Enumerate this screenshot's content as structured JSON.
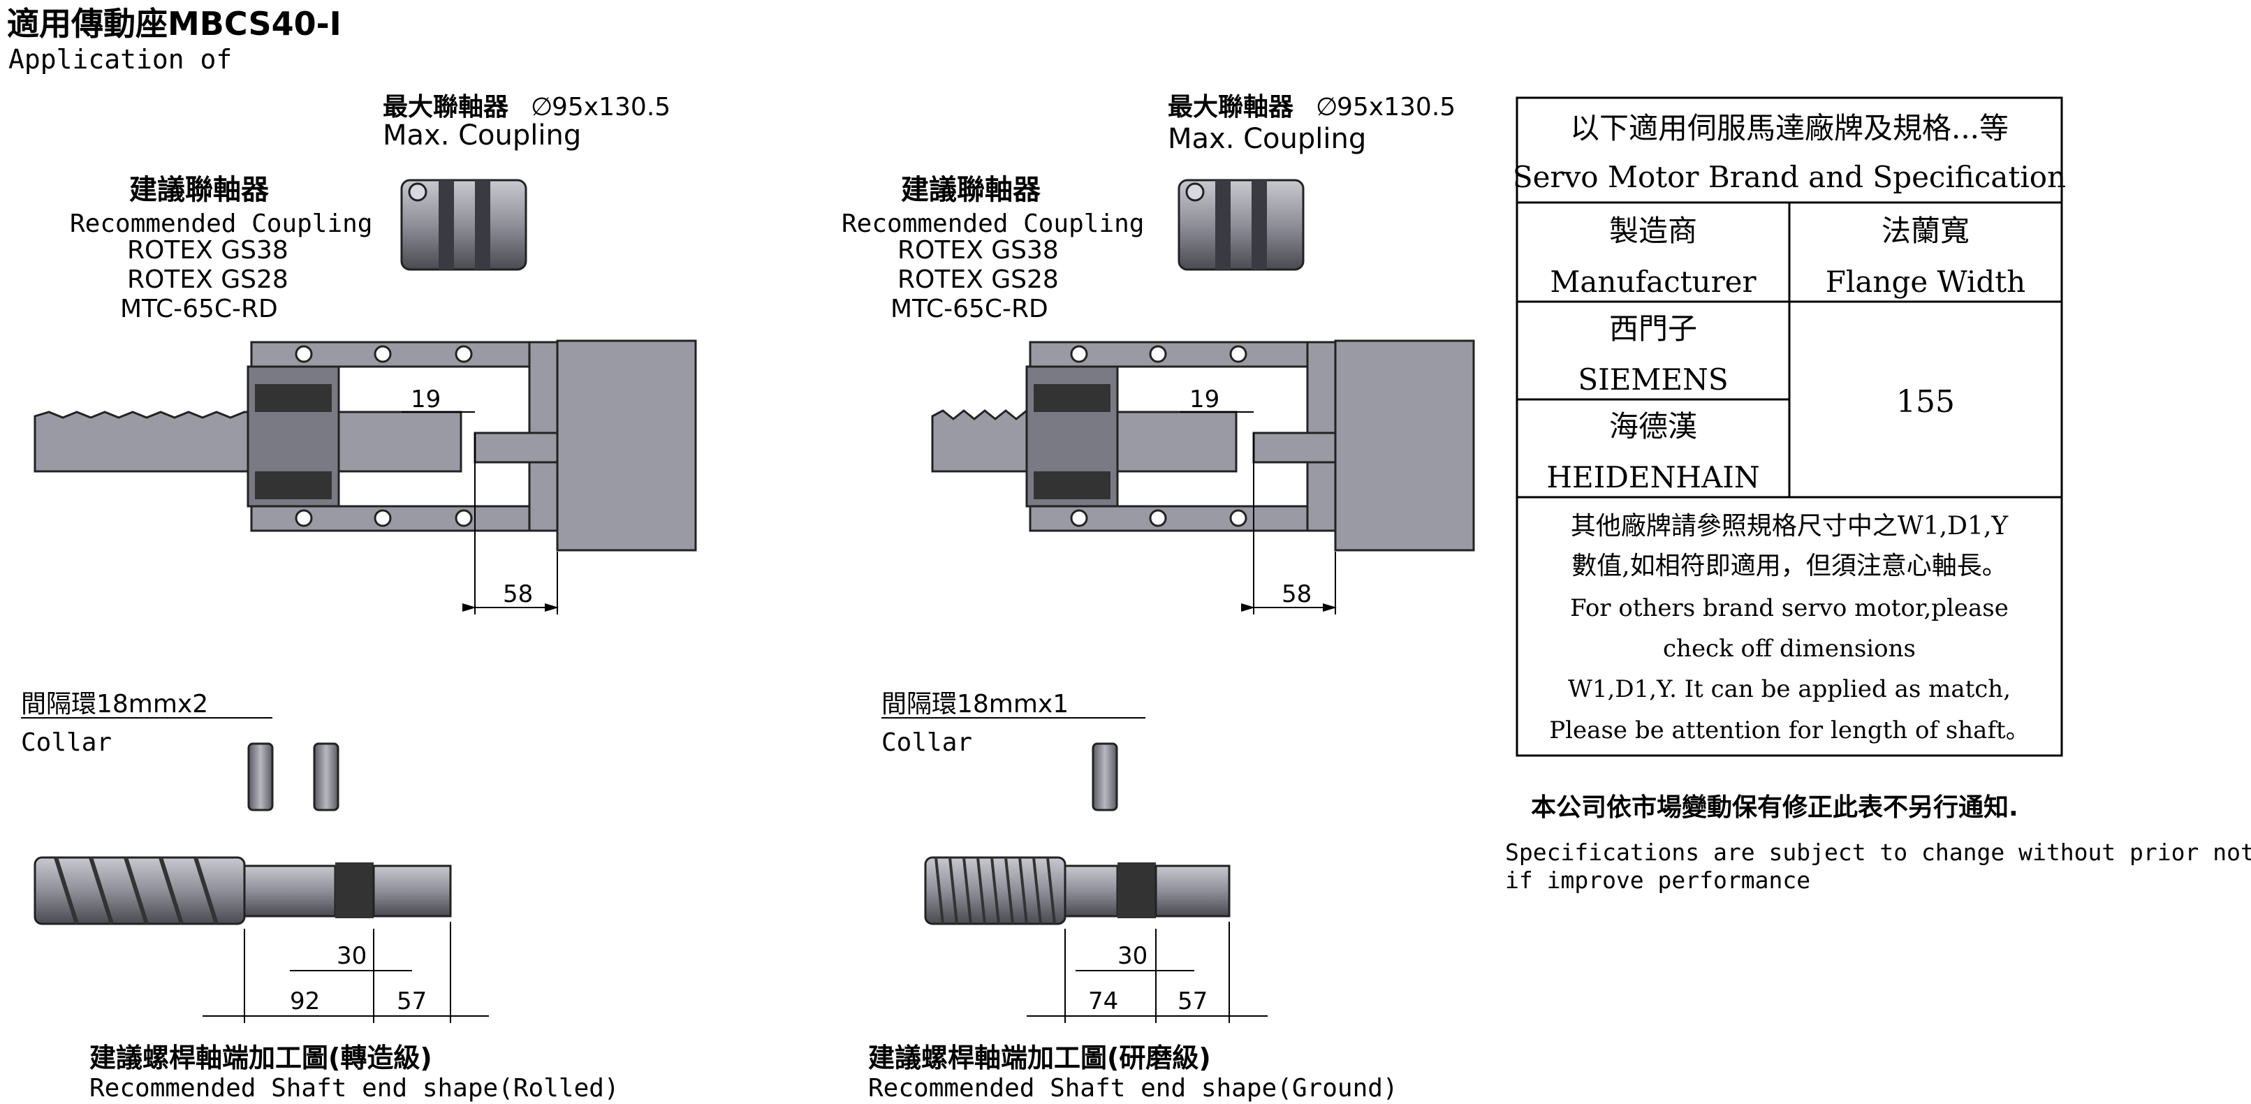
{
  "header": {
    "title": "適用傳動座MBCS40-I",
    "subtitle": "Application of"
  },
  "left_assembly": {
    "max_coupling_zh": "最大聯軸器",
    "max_coupling_size": "95x130.5",
    "max_coupling_en": "Max. Coupling",
    "rec_coupling_zh": "建議聯軸器",
    "rec_coupling_en": "Recommended Coupling",
    "rec_models": [
      "ROTEX GS38",
      "ROTEX GS28",
      "MTC-65C-RD"
    ],
    "dim_gap": "19",
    "dim_length": "58",
    "collar_zh": "間隔環18mmx2",
    "collar_en": "Collar",
    "shaft_dim_a": "30",
    "shaft_dim_b": "92",
    "shaft_dim_c": "57",
    "shaft_caption_zh": "建議螺桿軸端加工圖(轉造級)",
    "shaft_caption_en": "Recommended Shaft end shape(Rolled)"
  },
  "right_assembly": {
    "max_coupling_zh": "最大聯軸器",
    "max_coupling_size": "95x130.5",
    "max_coupling_en": "Max. Coupling",
    "rec_coupling_zh": "建議聯軸器",
    "rec_coupling_en": "Recommended Coupling",
    "rec_models": [
      "ROTEX GS38",
      "ROTEX GS28",
      "MTC-65C-RD"
    ],
    "dim_gap": "19",
    "dim_length": "58",
    "collar_zh": "間隔環18mmx1",
    "collar_en": "Collar",
    "shaft_dim_a": "30",
    "shaft_dim_b": "74",
    "shaft_dim_c": "57",
    "shaft_caption_zh": "建議螺桿軸端加工圖(研磨級)",
    "shaft_caption_en": "Recommended Shaft end shape(Ground)"
  },
  "spec_table": {
    "title_zh": "以下適用伺服馬達廠牌及規格...等",
    "title_en": "Servo Motor Brand and Specification",
    "col_manufacturer_zh": "製造商",
    "col_manufacturer_en": "Manufacturer",
    "col_flange_zh": "法蘭寬",
    "col_flange_en": "Flange Width",
    "rows": [
      {
        "name_zh": "西門子",
        "name_en": "SIEMENS"
      },
      {
        "name_zh": "海德漢",
        "name_en": "HEIDENHAIN"
      }
    ],
    "flange_value": "155",
    "note_lines": [
      "其他廠牌請參照規格尺寸中之W1,D1,Y",
      "數值,如相符即適用，但須注意心軸長。",
      "For others brand servo motor,please",
      "check off dimensions",
      "W1,D1,Y. It can be applied as match,",
      "Please be attention for length of shaft。"
    ]
  },
  "notice": {
    "zh": "本公司依市場變動保有修正此表不另行通知.",
    "en_line1": "Specifications are subject to change without prior notice",
    "en_line2": " if improve performance"
  },
  "colors": {
    "part_fill": "#8f8f99",
    "part_dark": "#4a4a52",
    "line": "#000000"
  }
}
